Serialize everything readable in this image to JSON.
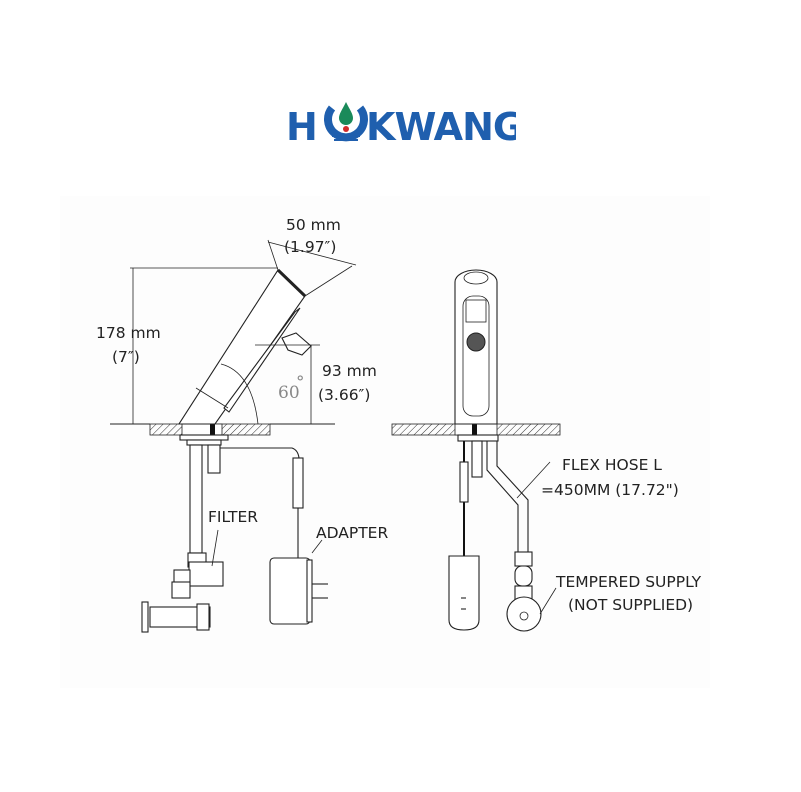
{
  "logo": {
    "text_left": "H",
    "text_right": "KWANG",
    "brand_color": "#1f5fae",
    "drop_color": "#1a8a5a",
    "dot_color": "#d22b2b"
  },
  "side_view": {
    "width_dimension": "50 mm",
    "width_dimension_in": "(1.97″)",
    "height_dimension": "178 mm",
    "height_dimension_in": "(7″)",
    "spout_height": "93 mm",
    "spout_height_in": "(3.66″)",
    "angle": "60",
    "angle_unit": "°",
    "filter_label": "FILTER",
    "adapter_label": "ADAPTER"
  },
  "front_view": {
    "flex_hose_label_1": "FLEX HOSE L",
    "flex_hose_label_2": "=450MM (17.72\")",
    "supply_label_1": "TEMPERED SUPPLY",
    "supply_label_2": "(NOT SUPPLIED)"
  }
}
